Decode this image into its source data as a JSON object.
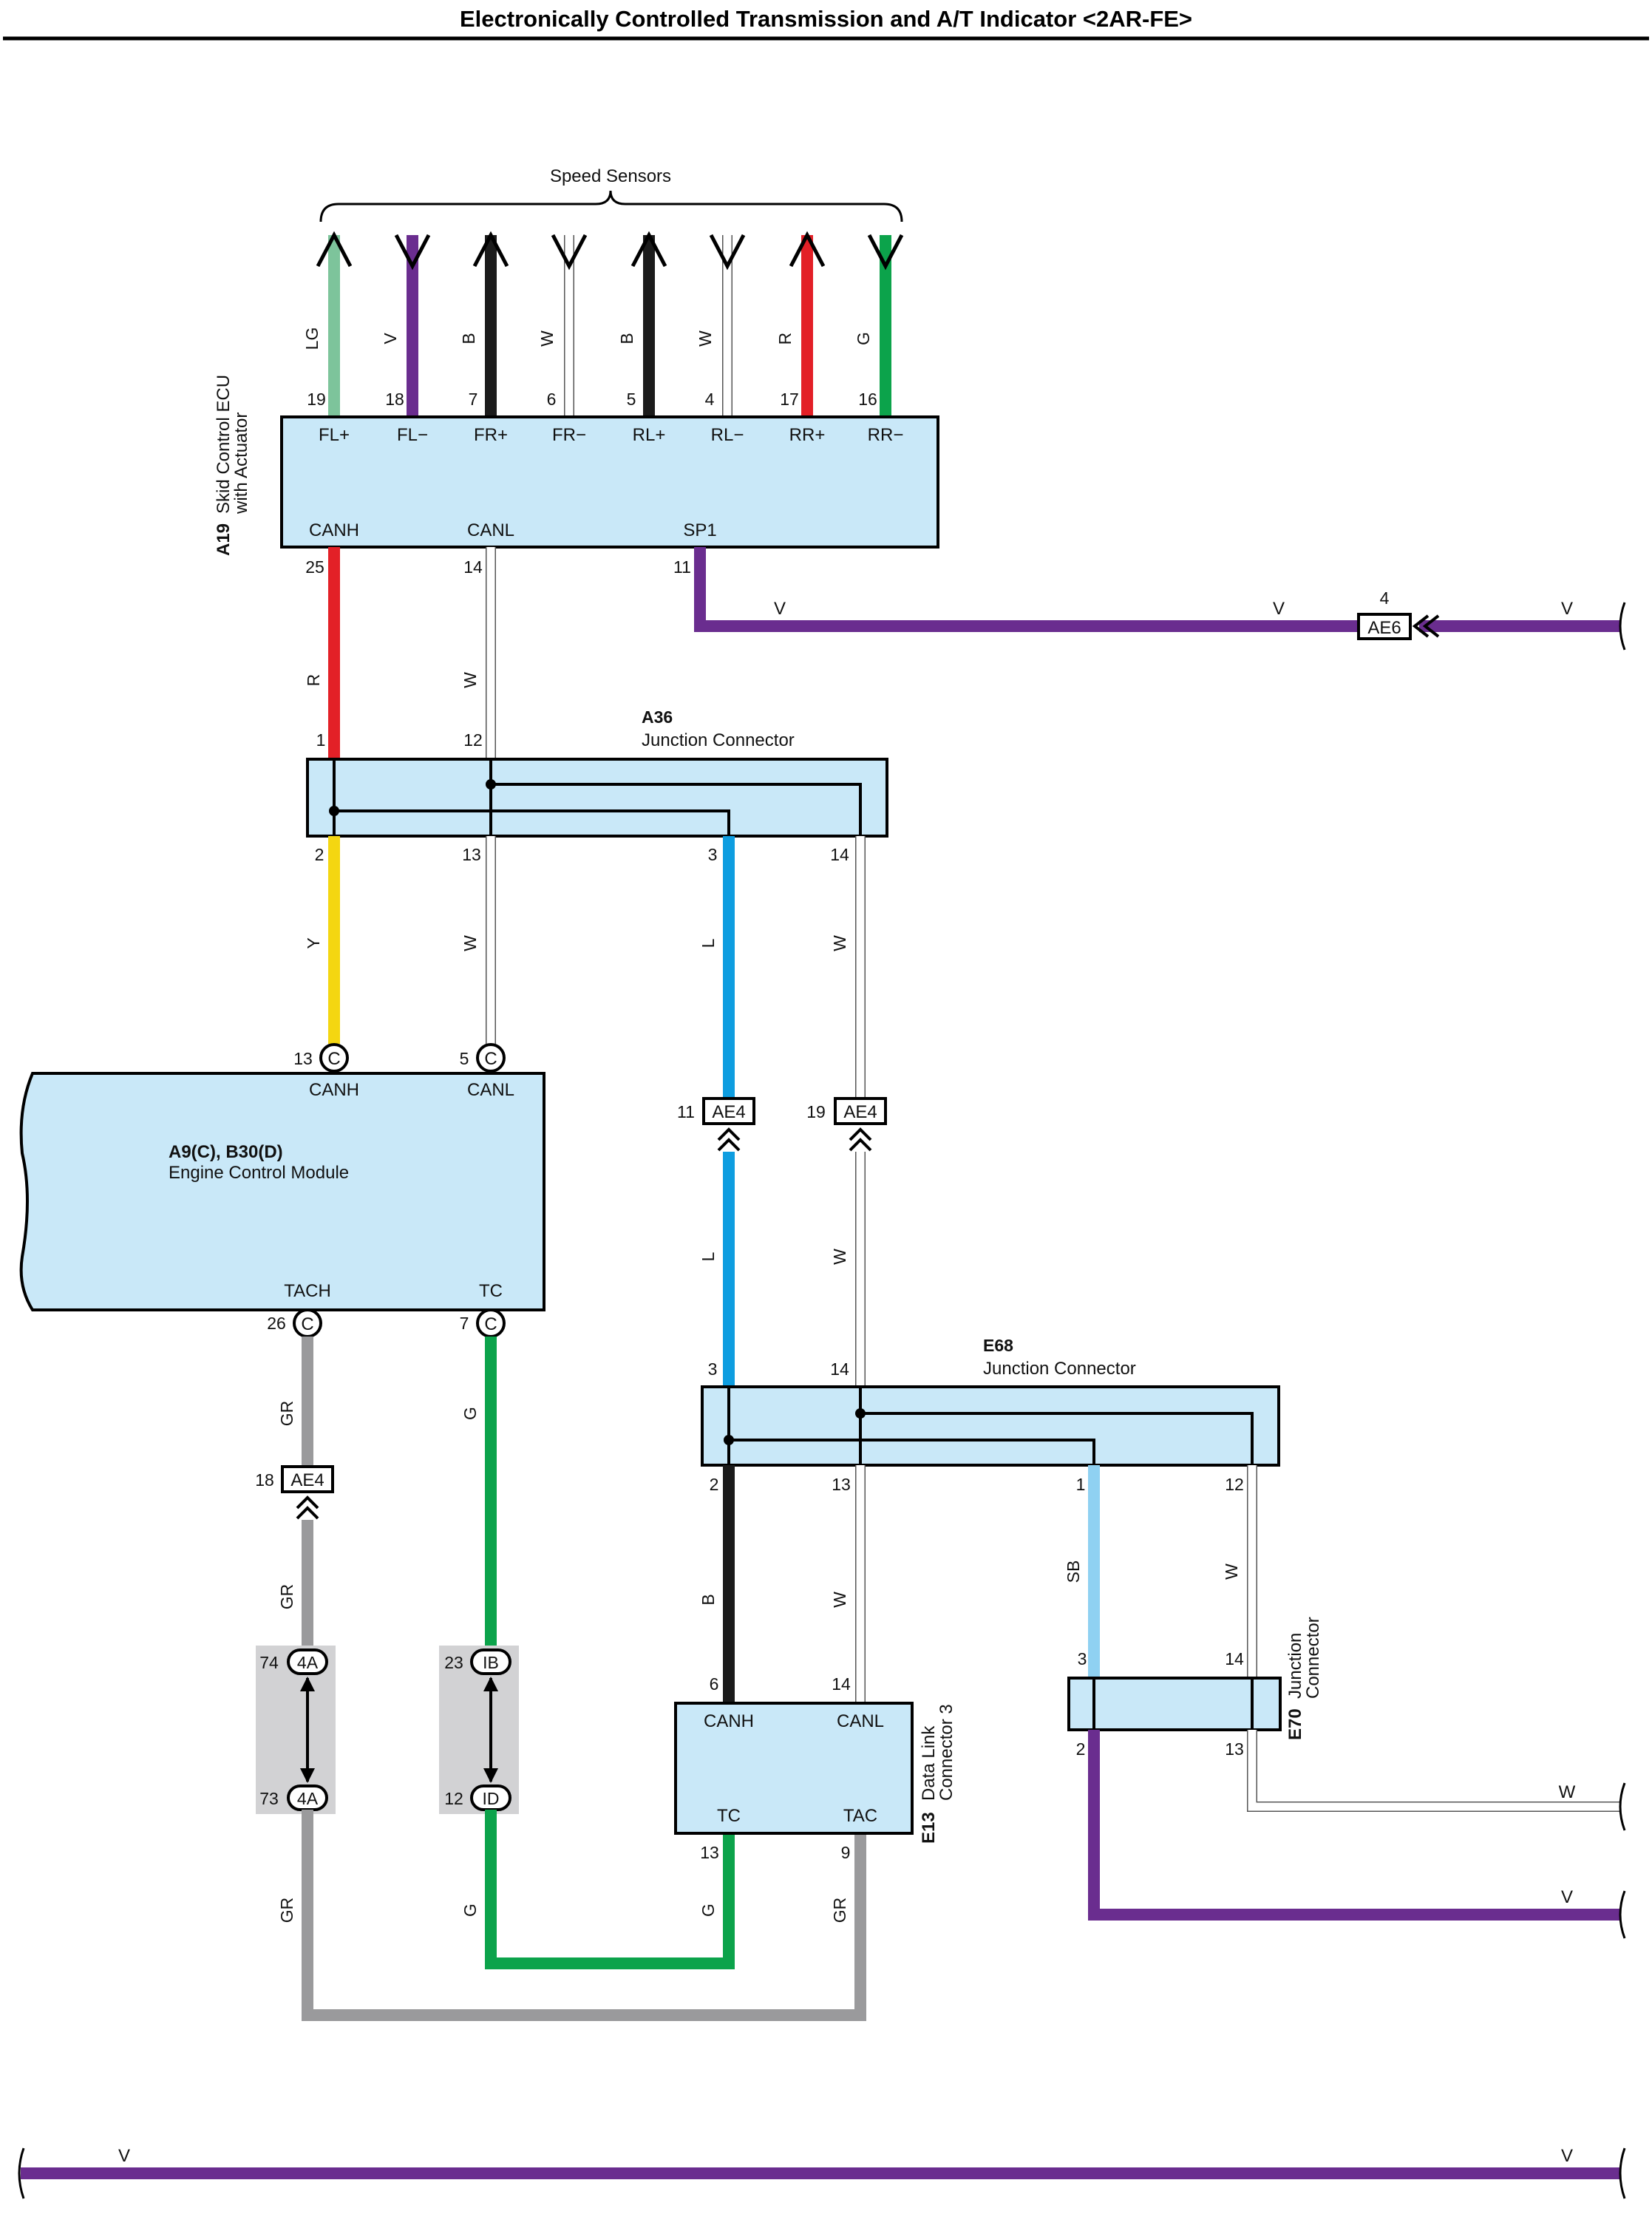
{
  "title": "Electronically Controlled Transmission and A/T Indicator <2AR-FE>",
  "colors": {
    "LG": "#7dc49b",
    "V": "#6a2d8f",
    "B": "#1b1b1b",
    "W": "#ffffff",
    "R": "#e32027",
    "G": "#0ca34b",
    "Y": "#f4d611",
    "L": "#0e9de0",
    "SB": "#8fd1f2",
    "GR": "#9a9a9c",
    "box_fill": "#c9e8f8",
    "connector_shade": "#d2d2d4"
  },
  "speed_sensors": {
    "label": "Speed Sensors",
    "wires": [
      {
        "color_code": "LG",
        "pin": "19",
        "signal": "FL+",
        "arrow": "up"
      },
      {
        "color_code": "V",
        "pin": "18",
        "signal": "FL−",
        "arrow": "down"
      },
      {
        "color_code": "B",
        "pin": "7",
        "signal": "FR+",
        "arrow": "up"
      },
      {
        "color_code": "W",
        "pin": "6",
        "signal": "FR−",
        "arrow": "down"
      },
      {
        "color_code": "B",
        "pin": "5",
        "signal": "RL+",
        "arrow": "up"
      },
      {
        "color_code": "W",
        "pin": "4",
        "signal": "RL−",
        "arrow": "down"
      },
      {
        "color_code": "R",
        "pin": "17",
        "signal": "RR+",
        "arrow": "up"
      },
      {
        "color_code": "G",
        "pin": "16",
        "signal": "RR−",
        "arrow": "down"
      }
    ]
  },
  "a19": {
    "id": "A19",
    "name_line1": "Skid Control ECU",
    "name_line2": "with Actuator",
    "canh": "CANH",
    "canl": "CANL",
    "sp1": "SP1",
    "pin_canh": "25",
    "pin_canl": "14",
    "pin_sp1": "11"
  },
  "sp1_line": {
    "wire1": "V",
    "wire2": "V",
    "wire3": "V",
    "connector": "AE6",
    "connector_pin": "4"
  },
  "a36": {
    "id": "A36",
    "name": "Junction Connector",
    "pin1": "1",
    "pin12": "12",
    "pin2": "2",
    "pin13": "13",
    "pin3": "3",
    "pin14": "14",
    "wire_in_left": "R",
    "wire_in_right": "W",
    "wire_y": "Y",
    "wire_w13": "W",
    "wire_l": "L",
    "wire_w14": "W"
  },
  "ecm": {
    "id": "A9(C), B30(D)",
    "name": "Engine Control Module",
    "canh": "CANH",
    "canl": "CANL",
    "tach": "TACH",
    "tc": "TC",
    "pin_canh": "13",
    "pin_canl": "5",
    "pin_tach": "26",
    "pin_tc": "7",
    "conn": "C"
  },
  "ae4_a": {
    "pin": "11",
    "label": "AE4"
  },
  "ae4_b": {
    "pin": "19",
    "label": "AE4"
  },
  "ae4_c": {
    "pin": "18",
    "label": "AE4"
  },
  "mid_wires": {
    "l2": "L",
    "w2": "W",
    "gr1": "GR",
    "g1": "G",
    "gr2": "GR"
  },
  "e68": {
    "id": "E68",
    "name": "Junction Connector",
    "pin3": "3",
    "pin14": "14",
    "pin2": "2",
    "pin13": "13",
    "pin1": "1",
    "pin12": "12",
    "wire_b": "B",
    "wire_w": "W",
    "wire_sb": "SB",
    "wire_w12": "W"
  },
  "inline_4a": {
    "pin_top": "74",
    "pin_bot": "73",
    "label": "4A"
  },
  "inline_ib": {
    "pin_top": "23",
    "pin_bot": "12",
    "label_top": "IB",
    "label_bot": "ID"
  },
  "e13": {
    "id": "E13",
    "name_line1": "Data Link",
    "name_line2": "Connector 3",
    "canh": "CANH",
    "canl": "CANL",
    "tc": "TC",
    "tac": "TAC",
    "pin_canh": "6",
    "pin_canl": "14",
    "pin_tc": "13",
    "pin_tac": "9"
  },
  "e70": {
    "id": "E70",
    "name_line1": "Junction",
    "name_line2": "Connector",
    "pin3": "3",
    "pin14": "14",
    "pin2": "2",
    "pin13": "13"
  },
  "bottom_wires": {
    "g_e13": "G",
    "gr_e13": "GR",
    "gr_left": "GR",
    "g_left": "G",
    "w_right": "W",
    "v_right": "V",
    "v_bottom_left": "V",
    "v_bottom_right": "V"
  }
}
